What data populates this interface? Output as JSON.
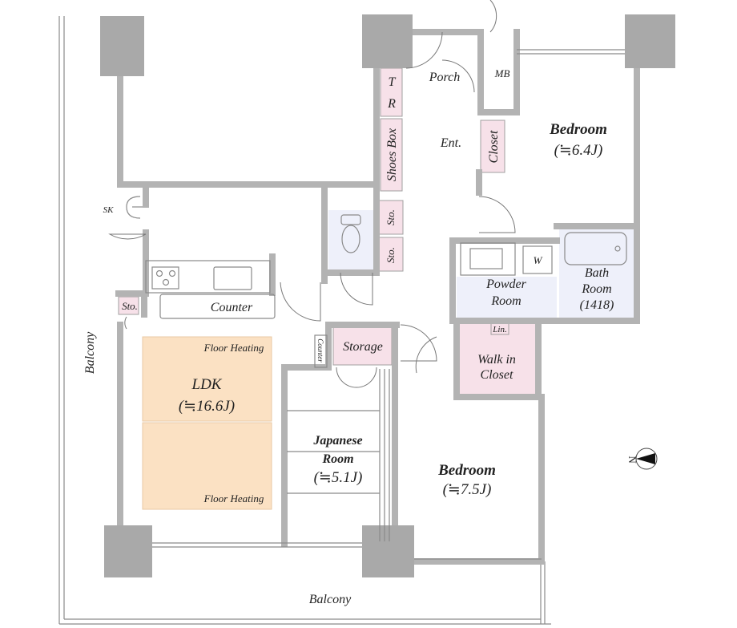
{
  "rooms": {
    "porch": "Porch",
    "mb": "MB",
    "tr_top": "T",
    "tr_bottom": "R",
    "shoes_box": "Shoes Box",
    "entrance": "Ent.",
    "closet": "Closet",
    "bedroom1_name": "Bedroom",
    "bedroom1_size": "(≒6.4J)",
    "sk": "SK",
    "sto_upper": "Sto.",
    "sto_lower": "Sto.",
    "powder_name": "Powder",
    "powder_room": "Room",
    "washer": "W",
    "bath_name": "Bath",
    "bath_room": "Room",
    "bath_size": "(1418)",
    "linen": "Lin.",
    "wic_line1": "Walk in",
    "wic_line2": "Closet",
    "kitchen_counter": "Counter",
    "ldk_sto": "Sto.",
    "balcony_west": "Balcony",
    "floor_heating_top": "Floor Heating",
    "ldk_name": "LDK",
    "ldk_size": "(≒16.6J)",
    "floor_heating_bottom": "Floor Heating",
    "small_counter": "Counter",
    "storage": "Storage",
    "japanese_line1": "Japanese",
    "japanese_line2": "Room",
    "japanese_size": "(≒5.1J)",
    "bedroom2_name": "Bedroom",
    "bedroom2_size": "(≒7.5J)",
    "balcony_south": "Balcony"
  },
  "compass": {
    "label": "N"
  },
  "colors": {
    "wall": "#b3b3b3",
    "storage_pink": "#f7e1e9",
    "wet_blue": "#eef0fa",
    "floor_heating": "#fbe1c3"
  }
}
